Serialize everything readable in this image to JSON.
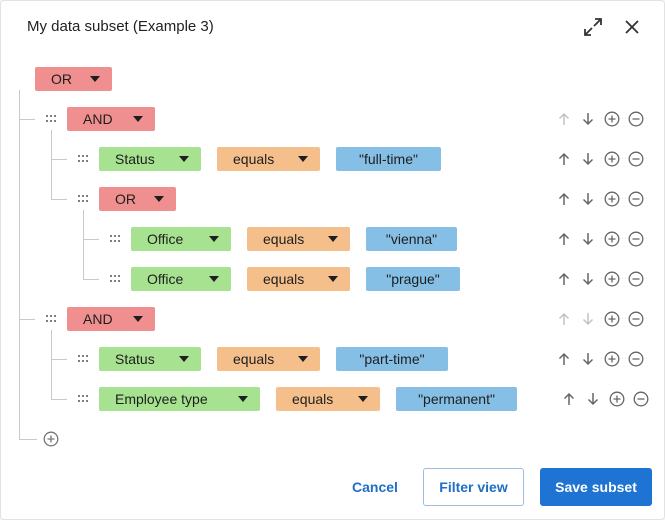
{
  "dialog": {
    "title": "My data subset (Example 3)"
  },
  "header": {
    "expand_icon": "expand-icon",
    "close_icon": "close-icon"
  },
  "tree": {
    "root": "OR",
    "nodes": [
      {
        "kind": "group",
        "op": "AND"
      },
      {
        "kind": "rule",
        "field": "Status",
        "comparator": "equals",
        "value": "\"full-time\""
      },
      {
        "kind": "group",
        "op": "OR"
      },
      {
        "kind": "rule",
        "field": "Office",
        "comparator": "equals",
        "value": "\"vienna\""
      },
      {
        "kind": "rule",
        "field": "Office",
        "comparator": "equals",
        "value": "\"prague\""
      },
      {
        "kind": "group",
        "op": "AND"
      },
      {
        "kind": "rule",
        "field": "Status",
        "comparator": "equals",
        "value": "\"part-time\""
      },
      {
        "kind": "rule",
        "field": "Employee type",
        "comparator": "equals",
        "value": "\"permanent\""
      }
    ]
  },
  "footer": {
    "cancel_label": "Cancel",
    "filter_view_label": "Filter view",
    "save_label": "Save subset"
  },
  "colors": {
    "operator": "#ef8f8f",
    "field": "#a6e28f",
    "comparator": "#f5bf8c",
    "value": "#86bfe6",
    "primary": "#1f73d2"
  }
}
